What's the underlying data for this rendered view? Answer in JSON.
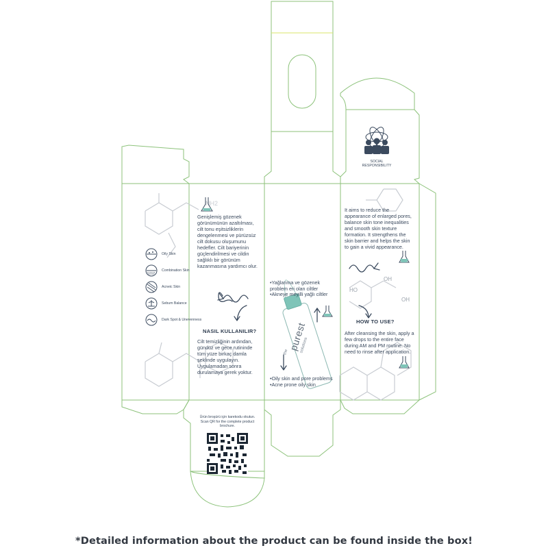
{
  "panels": {
    "left": {
      "skin_types": [
        {
          "label": "Oily Skin",
          "icon": "oily-skin-icon"
        },
        {
          "label": "Combination Skin",
          "icon": "combination-skin-icon"
        },
        {
          "label": "Acneic Skin",
          "icon": "acneic-skin-icon"
        },
        {
          "label": "Sebum Balance",
          "icon": "sebum-balance-icon"
        },
        {
          "label": "Dark Spot & Unevenness",
          "icon": "dark-spot-icon"
        }
      ]
    },
    "turkish": {
      "description": "Genişlemiş gözenek görünümünün azaltılması, cilt tonu eşitsizliklerin dengelenmesi ve pürüzsüz cilt dokusu oluşumunu hedefler. Cilt bariyerinin güçlendirilmesi ve cildin sağlıklı bir görünüm kazanmasına yardımcı olur.",
      "how_to_heading": "NASIL KULLANILIR?",
      "how_to_text": "Cilt temizliğinin ardından, gündüz ve gece rutininde tüm yüze birkaç damla şeklinde uygulayın. Uygulamadan sonra durulamaya gerek yoktur."
    },
    "front": {
      "bullets_top": [
        "•Yağlanma ve gözenek problem eri olan ciltler",
        "•Akneye meyilli yağlı ciltler"
      ],
      "bullets_bottom": [
        "•Oily skin and pore problems",
        "•Acne prone oily skin"
      ],
      "brand_small": "the",
      "brand_main": "purest",
      "brand_sub": "solutions"
    },
    "english": {
      "description": "It aims to reduce the appearance of enlarged pores, balance skin tone inequalities and smooth skin texture formation. It strengthens the skin barrier and helps the skin to gain a vivid appearance.",
      "how_to_heading": "HOW TO USE?",
      "how_to_text": "After cleansing the skin, apply a few drops to the entire face during AM and PM routine. No need to rinse after application."
    },
    "top_flap": {
      "label": "SOCIAL RESPONSIBILITY"
    },
    "bottom_flap": {
      "qr_text_tr": "Ürün broşürü için karekodu okutun.",
      "qr_text_en": "Scan QR for the complete product brochure."
    }
  },
  "molecule_labels": {
    "nh2": "NH2",
    "ho_left": "HO",
    "oh_mid": "OH",
    "oh_right": "OH"
  },
  "footer": "*Detailed information about the product can be found inside the box!",
  "colors": {
    "dieline": "#8cc27a",
    "text": "#3b4a5e",
    "accent": "#7fc4b8",
    "molecule": "#c8ccd2"
  }
}
